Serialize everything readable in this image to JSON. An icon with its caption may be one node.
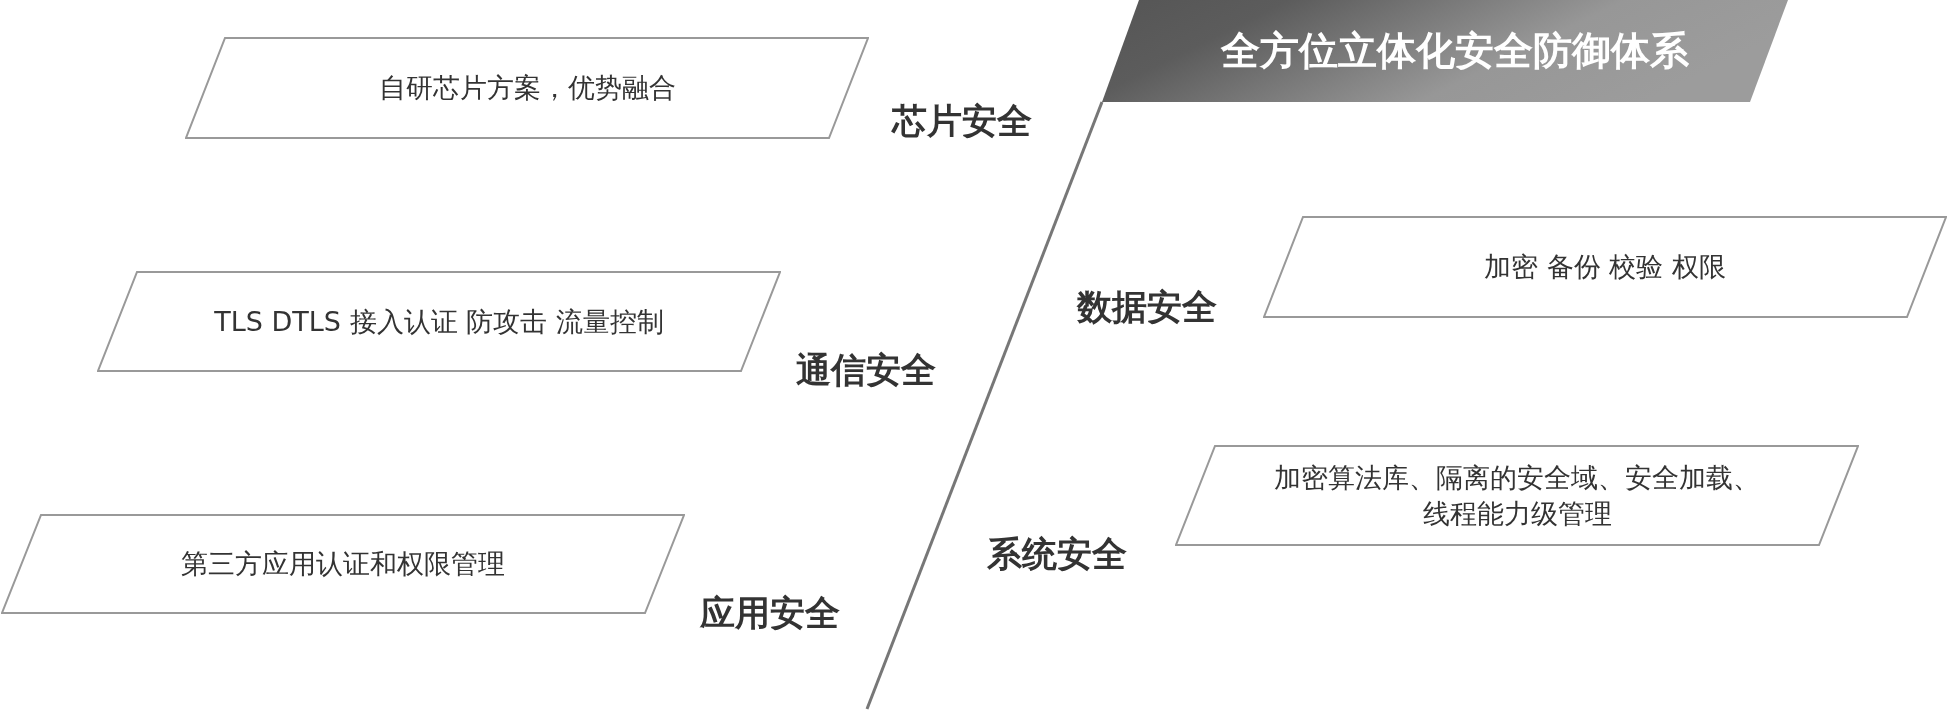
{
  "diagram": {
    "title": "全方位立体化安全防御体系",
    "nodes": [
      {
        "text": [
          "自研芯片方案，优势融合"
        ],
        "beside": [
          "芯片安全"
        ]
      },
      {
        "text": [
          "TLS DTLS 接入认证 防攻击 流量控制"
        ],
        "beside": [
          "通信安全"
        ]
      },
      {
        "text": [
          "第三方应用认证和权限管理"
        ],
        "beside": [
          "应用安全"
        ]
      },
      {
        "text": [
          "加密 备份 校验 权限"
        ],
        "beside": [
          "数据安全"
        ]
      },
      {
        "text": [
          "加密算法库、隔离的安全域、安全加载、线程能力级管理"
        ],
        "beside": [
          "系统安全"
        ]
      }
    ]
  }
}
